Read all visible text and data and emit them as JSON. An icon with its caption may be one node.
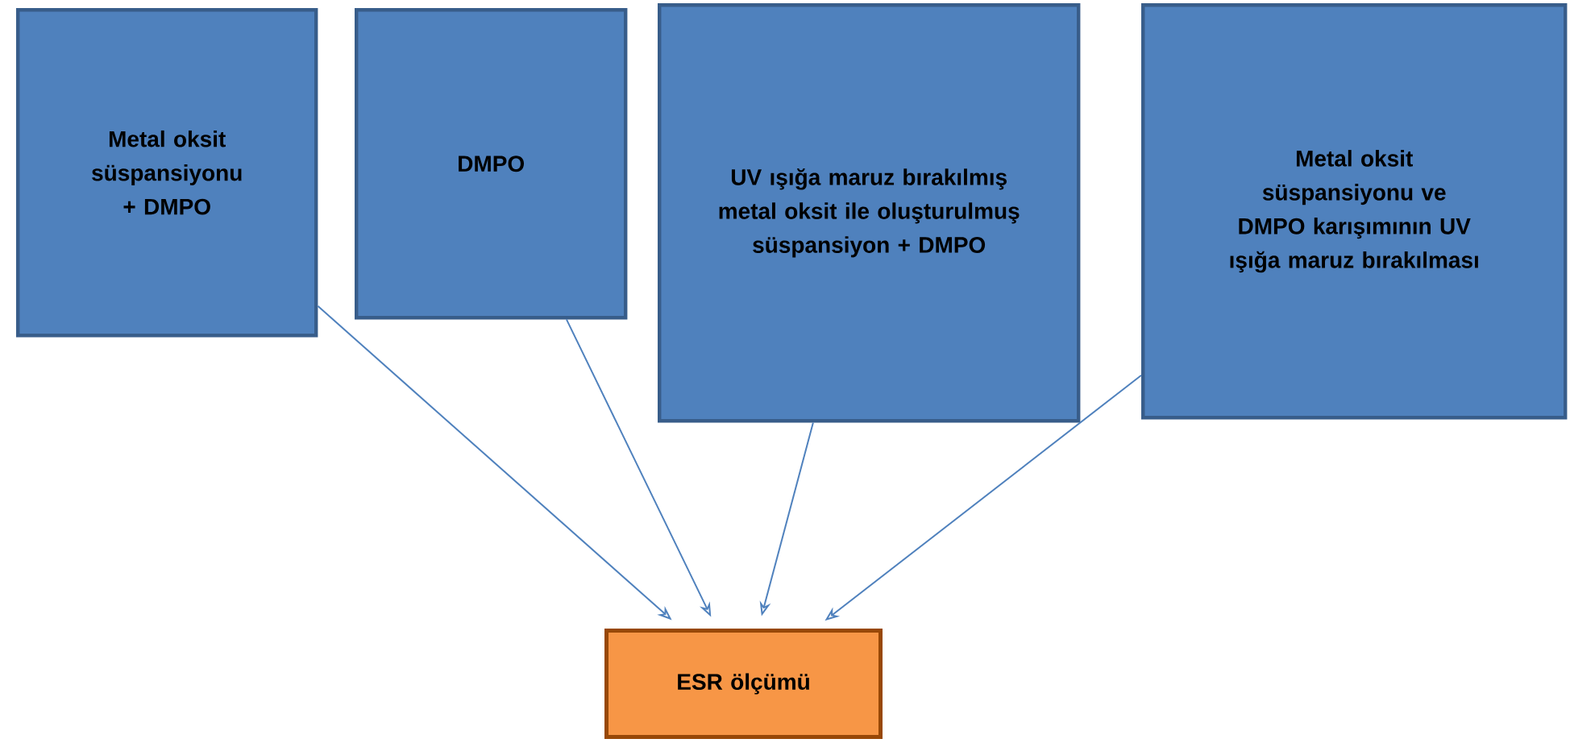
{
  "diagram": {
    "nodes": [
      {
        "text": [
          "Metal oksit süspansiyonu + DMPO"
        ]
      },
      {
        "text": [
          "DMPO"
        ]
      },
      {
        "text": [
          "UV ışığa maruz bırakılmış metal oksit ile oluşturulmuş süspansiyon + DMPO"
        ]
      },
      {
        "text": [
          "Metal oksit süspansiyonu ve DMPO karışımının UV ışığa maruz bırakılması"
        ]
      },
      {
        "text": [
          "ESR ölçümü"
        ]
      }
    ],
    "edges": [
      {
        "from": 0,
        "to": 4,
        "arrow": "to"
      },
      {
        "from": 1,
        "to": 4,
        "arrow": "to"
      },
      {
        "from": 2,
        "to": 4,
        "arrow": "to"
      },
      {
        "from": 3,
        "to": 4,
        "arrow": "to"
      }
    ]
  }
}
